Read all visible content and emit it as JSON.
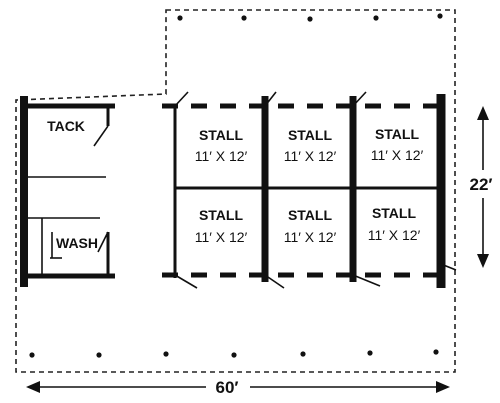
{
  "rooms": {
    "tack": "TACK",
    "wash": "WASH"
  },
  "stalls": [
    {
      "label": "STALL",
      "size": "11′ X 12′"
    },
    {
      "label": "STALL",
      "size": "11′ X 12′"
    },
    {
      "label": "STALL",
      "size": "11′ X 12′"
    },
    {
      "label": "STALL",
      "size": "11′ X 12′"
    },
    {
      "label": "STALL",
      "size": "11′ X 12′"
    },
    {
      "label": "STALL",
      "size": "11′ X 12′"
    }
  ],
  "dimensions": {
    "width": "60′",
    "depth": "22′"
  }
}
